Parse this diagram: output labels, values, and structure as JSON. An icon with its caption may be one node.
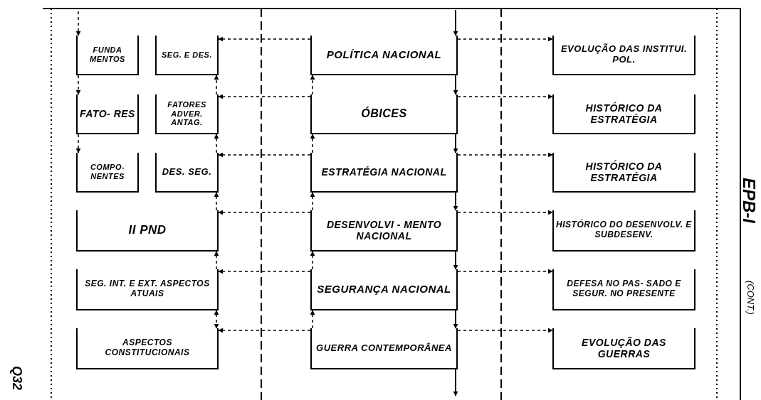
{
  "diagram": {
    "nodes": [
      {
        "text": [
          "FUNDA MENTOS"
        ]
      },
      {
        "text": [
          "SEG. E DES."
        ]
      },
      {
        "text": [
          "POLÍTICA NACIONAL"
        ]
      },
      {
        "text": [
          "EVOLUÇÃO DAS INSTITUI. POL."
        ]
      },
      {
        "text": [
          "FATO- RES"
        ]
      },
      {
        "text": [
          "FATORES ADVER. ANTAG."
        ]
      },
      {
        "text": [
          "ÓBICES"
        ]
      },
      {
        "text": [
          "HISTÓRICO DA ESTRATÉGIA"
        ]
      },
      {
        "text": [
          "COMPO- NENTES"
        ]
      },
      {
        "text": [
          "DES. SEG."
        ]
      },
      {
        "text": [
          "ESTRATÉGIA NACIONAL"
        ]
      },
      {
        "text": [
          "HISTÓRICO DA ESTRATÉGIA"
        ]
      },
      {
        "text": [
          "II PND"
        ]
      },
      {
        "text": [
          "DESENVOLVI - MENTO NACIONAL"
        ]
      },
      {
        "text": [
          "HISTÓRICO DO DESENVOLV. E SUBDESENV."
        ]
      },
      {
        "text": [
          "SEG. INT. E EXT. ASPECTOS ATUAIS"
        ]
      },
      {
        "text": [
          "SEGURANÇA NACIONAL"
        ]
      },
      {
        "text": [
          "DEFESA NO PAS- SADO E SEGUR. NO PRESENTE"
        ]
      },
      {
        "text": [
          "ASPECTOS CONSTITUCIONAIS"
        ]
      },
      {
        "text": [
          "GUERRA CONTEMPORÂNEA"
        ]
      },
      {
        "text": [
          "EVOLUÇÃO DAS GUERRAS"
        ]
      }
    ],
    "edges": [
      {
        "from": null,
        "to": 2,
        "arrow": "to"
      },
      {
        "from": 2,
        "to": 6,
        "arrow": "to"
      },
      {
        "from": 6,
        "to": 10,
        "arrow": "to"
      },
      {
        "from": 10,
        "to": 13,
        "arrow": "to"
      },
      {
        "from": 13,
        "to": 16,
        "arrow": "to"
      },
      {
        "from": 16,
        "to": 19,
        "arrow": "to"
      },
      {
        "from": 19,
        "to": null,
        "arrow": "to"
      },
      {
        "from": 6,
        "to": 2,
        "arrow": "to",
        "style": "dashed"
      },
      {
        "from": 10,
        "to": 6,
        "arrow": "to",
        "style": "dashed"
      },
      {
        "from": 13,
        "to": 10,
        "arrow": "to",
        "style": "dashed"
      },
      {
        "from": 16,
        "to": 13,
        "arrow": "to",
        "style": "dashed"
      },
      {
        "from": 19,
        "to": 16,
        "arrow": "to",
        "style": "dashed"
      },
      {
        "from": 2,
        "to": 3,
        "arrow": "to",
        "style": "dashed"
      },
      {
        "from": 6,
        "to": 7,
        "arrow": "to",
        "style": "dashed"
      },
      {
        "from": 10,
        "to": 11,
        "arrow": "to",
        "style": "dashed"
      },
      {
        "from": 13,
        "to": 14,
        "arrow": "to",
        "style": "dashed"
      },
      {
        "from": 16,
        "to": 17,
        "arrow": "to",
        "style": "dashed"
      },
      {
        "from": 19,
        "to": 20,
        "arrow": "to",
        "style": "dashed"
      },
      {
        "from": 2,
        "to": 1,
        "arrow": "to",
        "style": "dashed"
      },
      {
        "from": 6,
        "to": 5,
        "arrow": "to",
        "style": "dashed"
      },
      {
        "from": 10,
        "to": 9,
        "arrow": "to",
        "style": "dashed"
      },
      {
        "from": 13,
        "to": 12,
        "arrow": "to",
        "style": "dashed"
      },
      {
        "from": 16,
        "to": 15,
        "arrow": "to",
        "style": "dashed"
      },
      {
        "from": 19,
        "to": 18,
        "arrow": "to",
        "style": "dashed"
      },
      {
        "from": 5,
        "to": 1,
        "arrow": "to",
        "style": "dashed"
      },
      {
        "from": 9,
        "to": 5,
        "arrow": "to",
        "style": "dashed"
      },
      {
        "from": 12,
        "to": 9,
        "arrow": "to",
        "style": "dashed"
      },
      {
        "from": 15,
        "to": 12,
        "arrow": "to",
        "style": "dashed"
      },
      {
        "from": 18,
        "to": 15,
        "arrow": "both",
        "style": "dashed"
      },
      {
        "from": null,
        "to": 0,
        "arrow": "to",
        "style": "dashed"
      },
      {
        "from": 0,
        "to": 4,
        "arrow": "to",
        "style": "dashed"
      },
      {
        "from": 4,
        "to": 8,
        "arrow": "to",
        "style": "dashed"
      }
    ],
    "labels": [
      "EPB-I",
      "(CONT.)",
      "Q32"
    ]
  }
}
